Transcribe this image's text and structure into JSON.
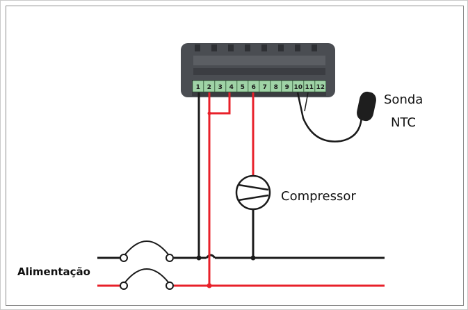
{
  "labels": {
    "sensor_line1": "Sonda",
    "sensor_line2": "NTC",
    "compressor": "Compressor",
    "power_supply": "Alimentação"
  },
  "controller": {
    "terminals": [
      "1",
      "2",
      "3",
      "4",
      "5",
      "6",
      "7",
      "8",
      "9",
      "10",
      "11",
      "12"
    ]
  },
  "colors": {
    "live_wire": "#e8202a",
    "neutral_wire": "#1a1a1a",
    "controller_body": "#4a4d52",
    "terminal_green": "#9fd3a6"
  }
}
